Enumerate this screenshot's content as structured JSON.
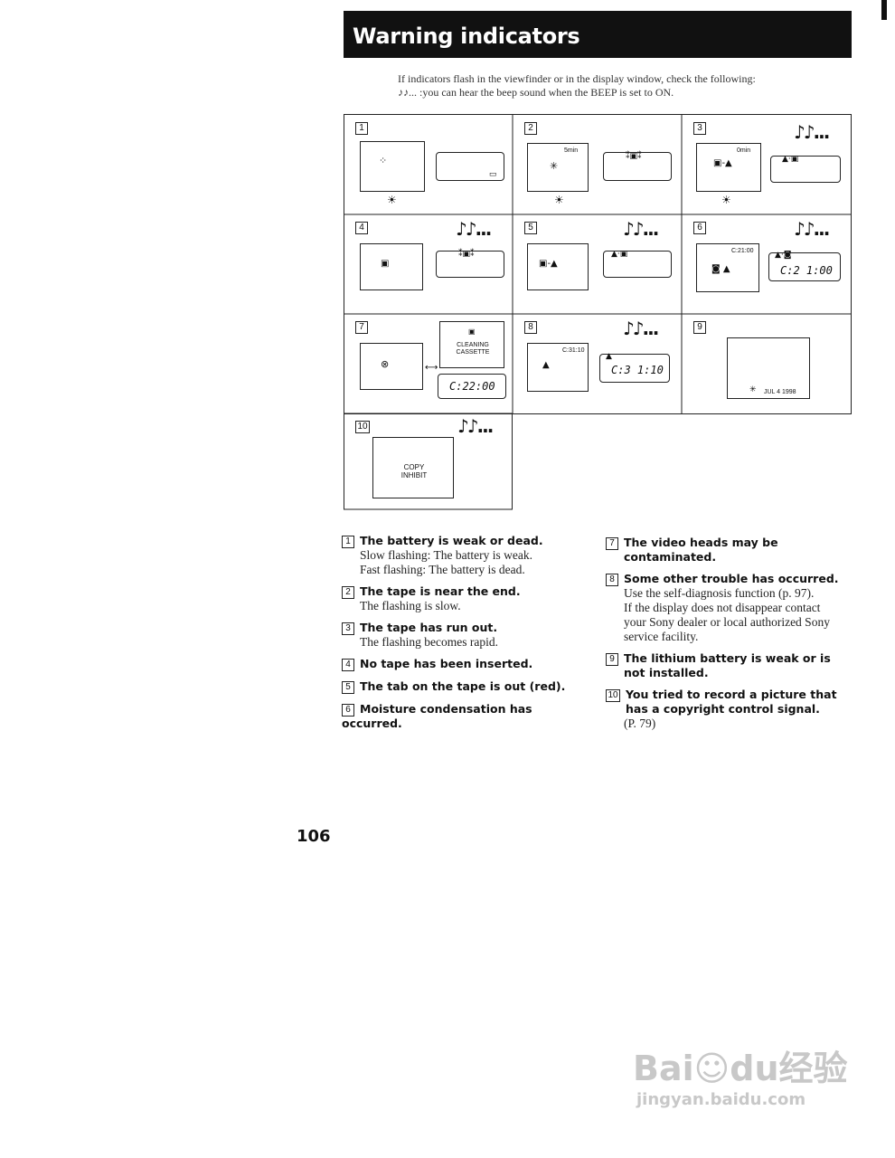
{
  "header": {
    "title": "Warning indicators"
  },
  "intro": {
    "line1": "If indicators flash in the viewfinder or in the display window, check the following:",
    "line2": "♪♪... :you can hear the beep sound when the BEEP is set to ON."
  },
  "diagram": {
    "beep_symbol": "♪♪...",
    "cells": [
      {
        "num": "1"
      },
      {
        "num": "2",
        "vf_text": "5min"
      },
      {
        "num": "3",
        "vf_text": "0min"
      },
      {
        "num": "4"
      },
      {
        "num": "5"
      },
      {
        "num": "6",
        "vf_text": "C:21:00",
        "lcd_text": "C:2 1:00"
      },
      {
        "num": "7",
        "box_text": "CLEANING CASSETTE",
        "lcd_text": "C:22:00"
      },
      {
        "num": "8",
        "vf_text": "C:31:10",
        "lcd_text": "C:3 1:10"
      },
      {
        "num": "9",
        "vf_text": "JUL  4  1998"
      },
      {
        "num": "10",
        "vf_text": "COPY INHIBIT"
      }
    ]
  },
  "descriptions": {
    "left": [
      {
        "num": "1",
        "heading": "The battery is weak or dead.",
        "lines": [
          "Slow flashing: The battery is weak.",
          "Fast flashing: The battery is dead."
        ]
      },
      {
        "num": "2",
        "heading": "The tape is near the end.",
        "lines": [
          "The flashing is slow."
        ]
      },
      {
        "num": "3",
        "heading": "The tape has run out.",
        "lines": [
          "The flashing becomes rapid."
        ]
      },
      {
        "num": "4",
        "heading": "No tape has been inserted.",
        "lines": []
      },
      {
        "num": "5",
        "heading": "The tab on the tape is out (red).",
        "lines": []
      },
      {
        "num": "6",
        "heading": "Moisture condensation has occurred.",
        "lines": []
      }
    ],
    "right": [
      {
        "num": "7",
        "heading": "The video heads may be contaminated.",
        "lines": []
      },
      {
        "num": "8",
        "heading": "Some other trouble has occurred.",
        "lines": [
          "Use the self-diagnosis function (p. 97).",
          "If the display does not disappear contact your Sony dealer or local authorized Sony service facility."
        ]
      },
      {
        "num": "9",
        "heading": "The lithium battery is weak or is not installed.",
        "lines": []
      },
      {
        "num": "10",
        "heading": "You tried to record a picture that has a copyright control signal.",
        "lines": [
          "(P. 79)"
        ]
      }
    ]
  },
  "page_number": "106",
  "watermark": {
    "line1": "Bai☺du经验",
    "line2": "jingyan.baidu.com"
  },
  "icons": {
    "flash": "flashing-indicator-icon",
    "beep": "beep-note-icon",
    "sun": "sun-icon",
    "eject": "eject-icon",
    "cassette": "cassette-icon"
  }
}
